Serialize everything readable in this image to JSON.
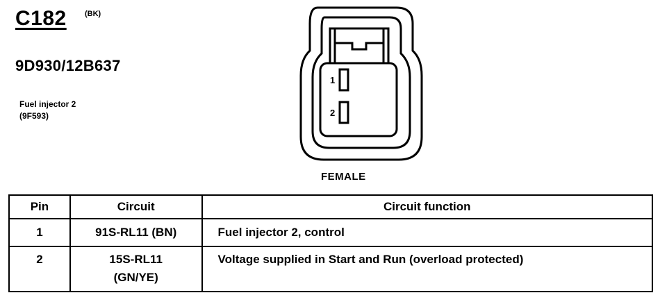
{
  "connector": {
    "id": "C182",
    "color": "(BK)",
    "part_number": "9D930/12B637",
    "component_name": "Fuel injector 2",
    "component_code": "(9F593)",
    "gender": "FEMALE",
    "pin_labels": [
      "1",
      "2"
    ]
  },
  "table": {
    "headers": {
      "pin": "Pin",
      "circuit": "Circuit",
      "function": "Circuit function"
    },
    "rows": [
      {
        "pin": "1",
        "circuit_line1": "91S-RL11 (BN)",
        "circuit_line2": "",
        "function": "Fuel injector 2, control"
      },
      {
        "pin": "2",
        "circuit_line1": "15S-RL11",
        "circuit_line2": "(GN/YE)",
        "function": "Voltage supplied in Start and Run (overload protected)"
      }
    ]
  }
}
